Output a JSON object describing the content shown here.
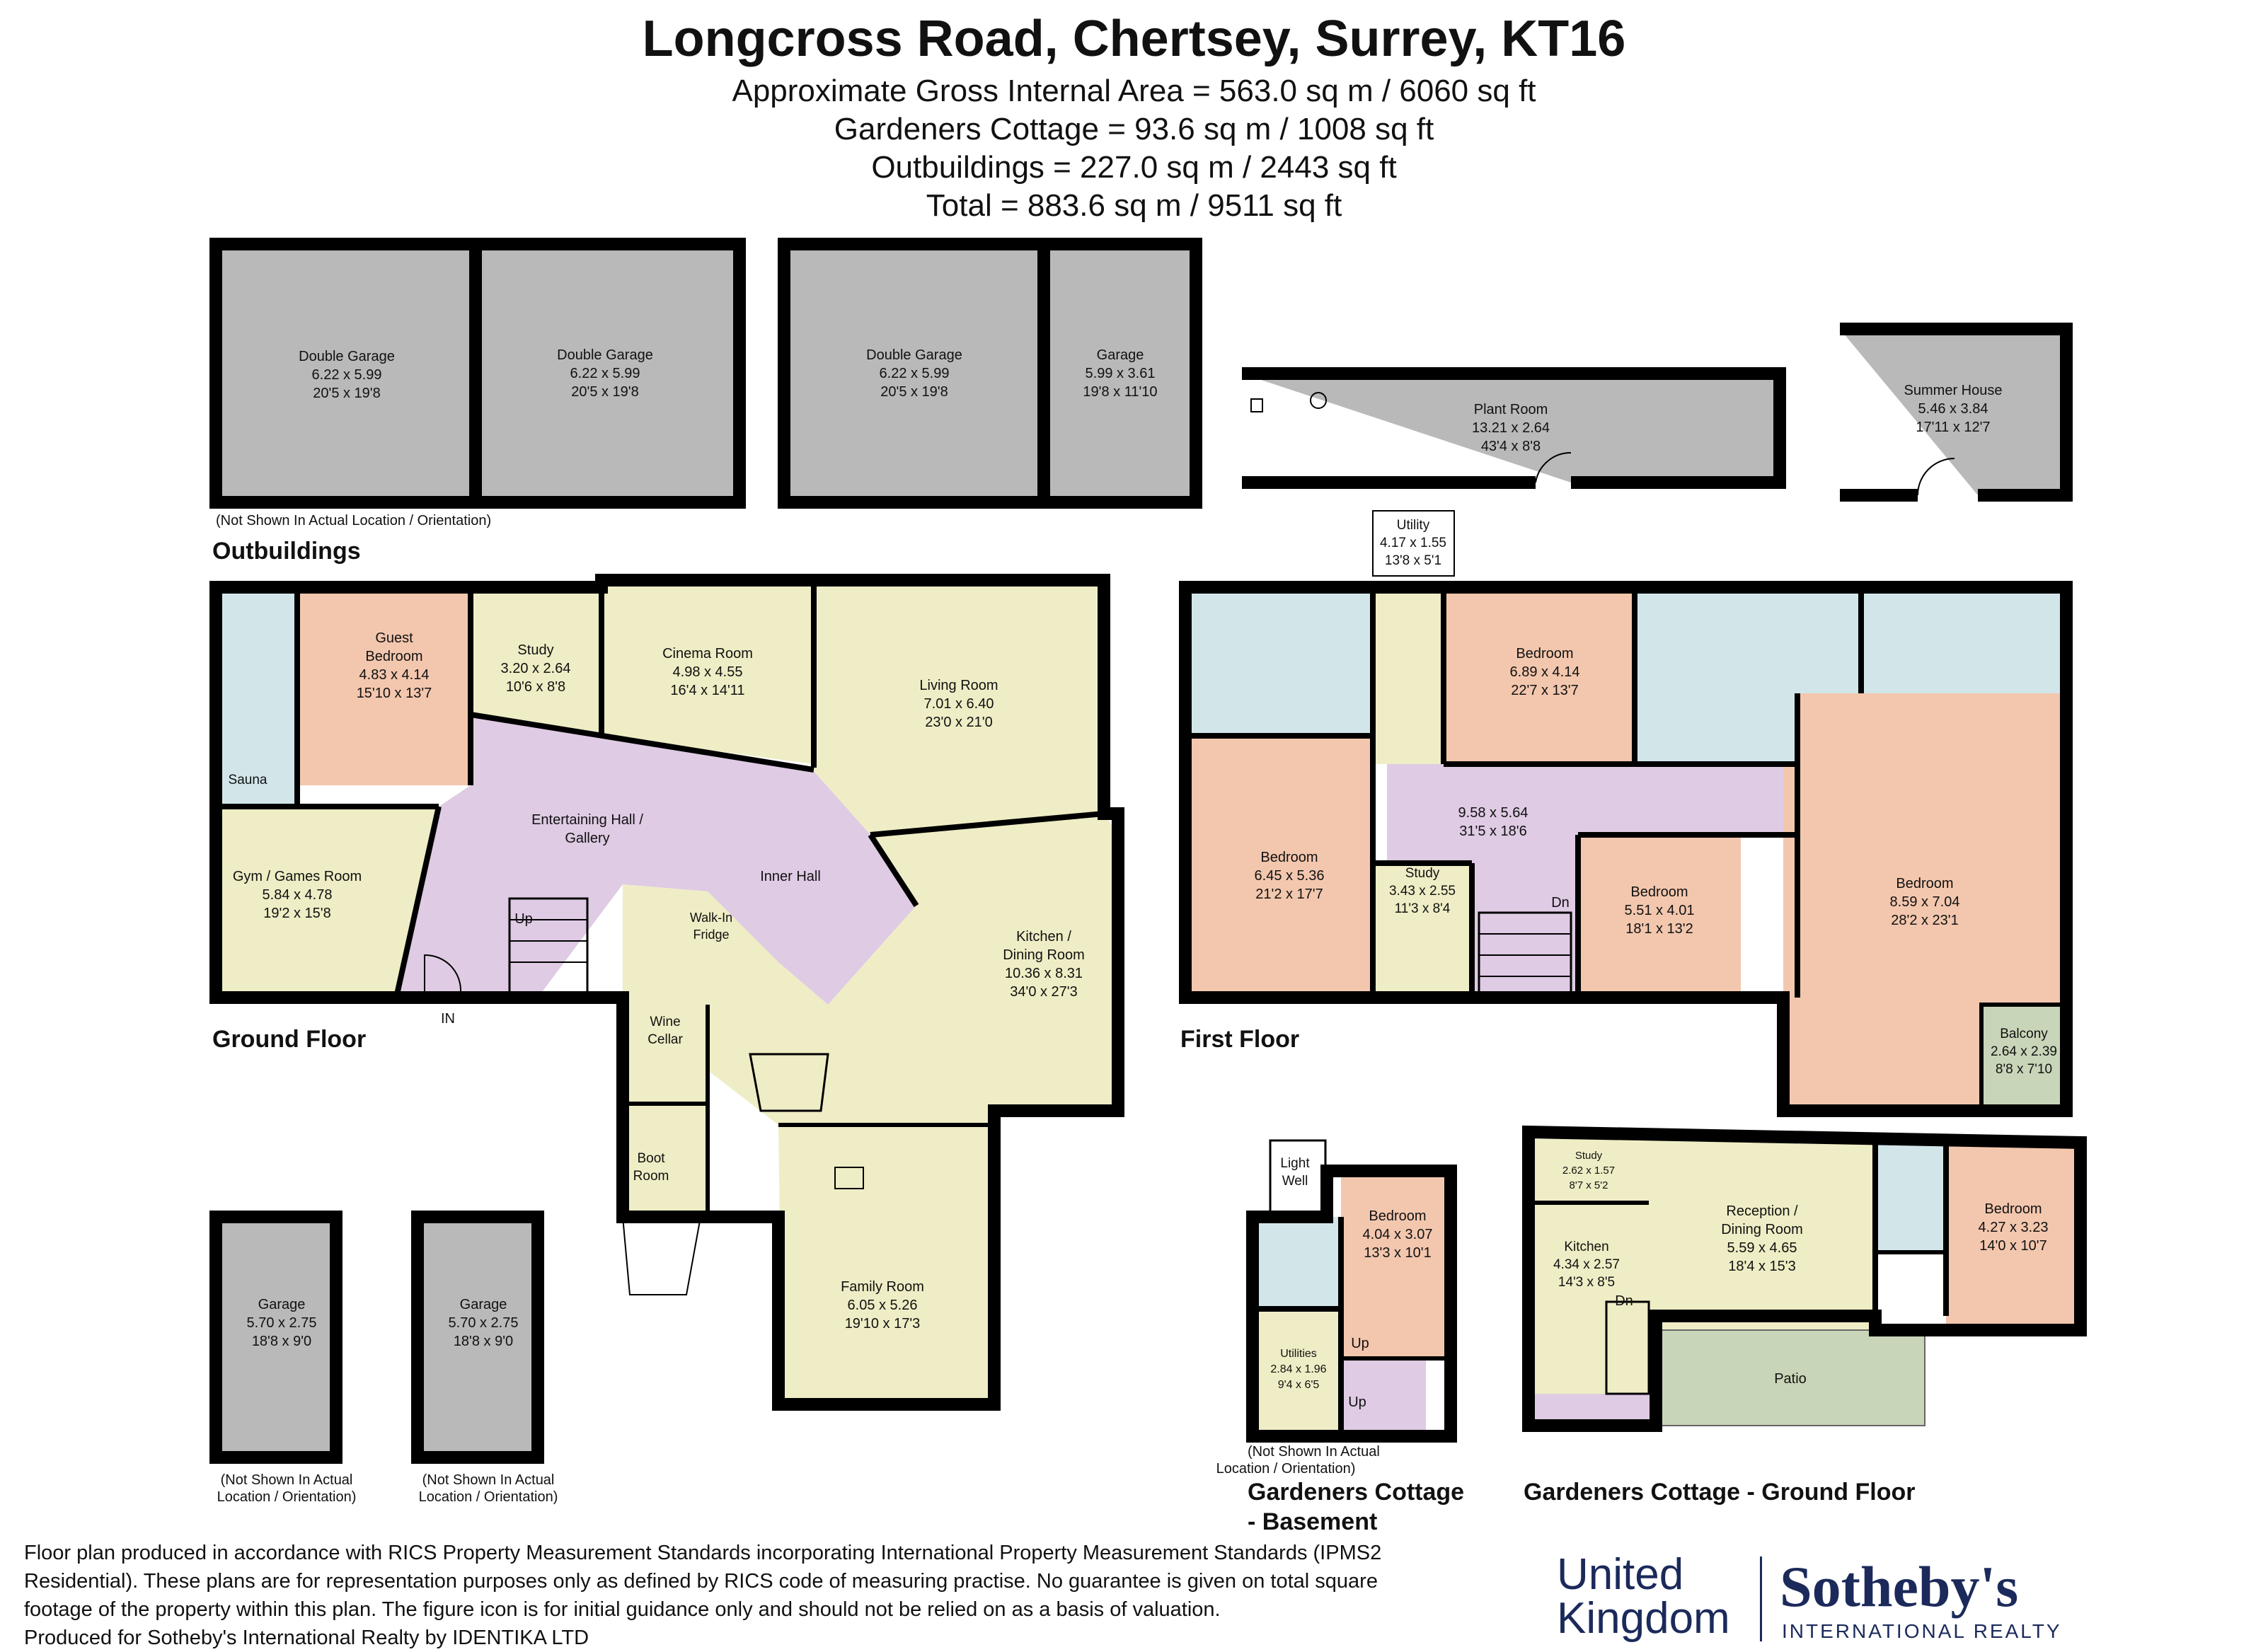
{
  "header": {
    "title": "Longcross Road, Chertsey, Surrey, KT16",
    "line1": "Approximate Gross Internal Area = 563.0 sq m / 6060 sq ft",
    "line2": "Gardeners Cottage = 93.6 sq m / 1008 sq ft",
    "line3": "Outbuildings = 227.0 sq m / 2443 sq ft",
    "line4": "Total = 883.6 sq m / 9511 sq ft"
  },
  "sections": {
    "outbuildings": "Outbuildings",
    "ground_floor": "Ground Floor",
    "first_floor": "First Floor",
    "cottage_basement_1": "Gardeners Cottage",
    "cottage_basement_2": "- Basement",
    "cottage_ground": "Gardeners Cottage - Ground Floor"
  },
  "notes": {
    "not_shown_1": "(Not Shown In Actual Location / Orientation)",
    "not_shown_a": "(Not Shown In Actual",
    "not_shown_b": "Location / Orientation)",
    "in_marker": "IN",
    "up": "Up",
    "dn": "Dn"
  },
  "rooms": {
    "dg1": [
      "Double Garage",
      "6.22 x 5.99",
      "20'5 x 19'8"
    ],
    "dg2": [
      "Double Garage",
      "6.22 x 5.99",
      "20'5 x 19'8"
    ],
    "dg3": [
      "Double Garage",
      "6.22 x 5.99",
      "20'5 x 19'8"
    ],
    "garage_a": [
      "Garage",
      "5.99 x 3.61",
      "19'8 x 11'10"
    ],
    "plant": [
      "Plant Room",
      "13.21 x 2.64",
      "43'4 x 8'8"
    ],
    "summer": [
      "Summer House",
      "5.46 x 3.84",
      "17'11 x 12'7"
    ],
    "guest": [
      "Guest",
      "Bedroom",
      "4.83 x 4.14",
      "15'10 x 13'7"
    ],
    "study_g": [
      "Study",
      "3.20 x 2.64",
      "10'6 x 8'8"
    ],
    "cinema": [
      "Cinema Room",
      "4.98 x 4.55",
      "16'4 x 14'11"
    ],
    "living": [
      "Living Room",
      "7.01 x 6.40",
      "23'0 x 21'0"
    ],
    "sauna": [
      "Sauna"
    ],
    "hall": [
      "Entertaining Hall /",
      "Gallery"
    ],
    "inner_hall": [
      "Inner Hall"
    ],
    "gym": [
      "Gym / Games Room",
      "5.84 x 4.78",
      "19'2 x 15'8"
    ],
    "kitchen": [
      "Kitchen /",
      "Dining Room",
      "10.36 x 8.31",
      "34'0 x 27'3"
    ],
    "walkin": [
      "Walk-In",
      "Fridge"
    ],
    "wine": [
      "Wine",
      "Cellar"
    ],
    "boot": [
      "Boot",
      "Room"
    ],
    "family": [
      "Family Room",
      "6.05 x 5.26",
      "19'10 x 17'3"
    ],
    "garage_b": [
      "Garage",
      "5.70 x 2.75",
      "18'8 x 9'0"
    ],
    "garage_c": [
      "Garage",
      "5.70 x 2.75",
      "18'8 x 9'0"
    ],
    "utility": [
      "Utility",
      "4.17 x 1.55",
      "13'8 x 5'1"
    ],
    "bed_f1": [
      "Bedroom",
      "6.89 x 4.14",
      "22'7 x 13'7"
    ],
    "landing": [
      "9.58 x 5.64",
      "31'5 x 18'6"
    ],
    "bed_f2": [
      "Bedroom",
      "6.45 x 5.36",
      "21'2 x 17'7"
    ],
    "study_f": [
      "Study",
      "3.43 x 2.55",
      "11'3 x 8'4"
    ],
    "bed_f3": [
      "Bedroom",
      "5.51 x 4.01",
      "18'1 x 13'2"
    ],
    "bed_f4": [
      "Bedroom",
      "8.59 x 7.04",
      "28'2 x 23'1"
    ],
    "balcony": [
      "Balcony",
      "2.64 x 2.39",
      "8'8 x 7'10"
    ],
    "lightwell": [
      "Light",
      "Well"
    ],
    "bed_cb": [
      "Bedroom",
      "4.04 x 3.07",
      "13'3 x 10'1"
    ],
    "utilities": [
      "Utilities",
      "2.84 x 1.96",
      "9'4 x 6'5"
    ],
    "study_c": [
      "Study",
      "2.62 x 1.57",
      "8'7 x 5'2"
    ],
    "kitchen_c": [
      "Kitchen",
      "4.34 x 2.57",
      "14'3 x 8'5"
    ],
    "reception": [
      "Reception /",
      "Dining Room",
      "5.59 x 4.65",
      "18'4 x 15'3"
    ],
    "bed_c": [
      "Bedroom",
      "4.27 x 3.23",
      "14'0 x 10'7"
    ],
    "patio": [
      "Patio"
    ]
  },
  "footer": {
    "line1": "Floor plan produced in accordance with RICS Property Measurement Standards incorporating International Property Measurement Standards (IPMS2",
    "line2": "Residential). These plans are for representation purposes only as defined by RICS code of measuring practise. No guarantee is given on total square",
    "line3": "footage of the property within this plan. The figure icon is for initial guidance only and should not be relied on as a basis of valuation.",
    "line4": "Produced for  Sotheby's International Realty by IDENTIKA LTD"
  },
  "brand": {
    "uk1": "United",
    "uk2": "Kingdom",
    "name": "Sotheby's",
    "sub": "INTERNATIONAL REALTY"
  },
  "colors": {
    "wall": "#000000",
    "grey_room": "#b9b9b9",
    "peach_room": "#f3c7ae",
    "cream_room": "#efedc5",
    "lilac_room": "#dfcbe4",
    "blue_room": "#d2e6ea",
    "patio_green": "#c9d5b8",
    "brand_blue": "#1b2a5a"
  }
}
